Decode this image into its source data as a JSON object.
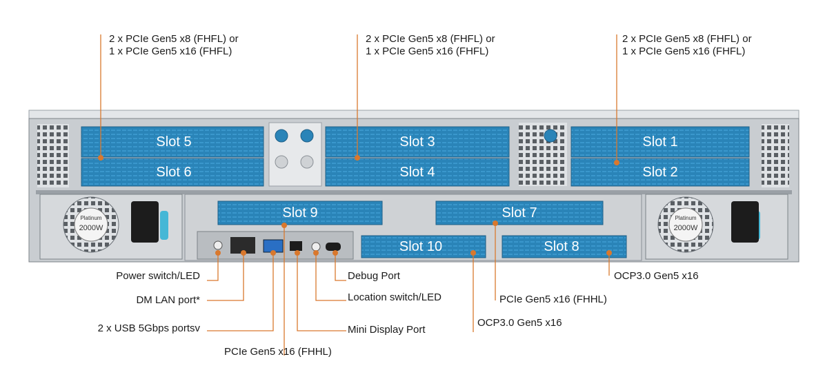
{
  "top_callouts": [
    {
      "line1": "2 x PCIe Gen5 x8 (FHFL) or",
      "line2": "1 x PCIe Gen5 x16 (FHFL)"
    },
    {
      "line1": "2 x PCIe Gen5 x8 (FHFL) or",
      "line2": "1 x PCIe Gen5 x16 (FHFL)"
    },
    {
      "line1": "2 x PCIe Gen5 x8 (FHFL) or",
      "line2": "1 x PCIe Gen5 x16 (FHFL)"
    }
  ],
  "slots": {
    "slot5": "Slot 5",
    "slot6": "Slot 6",
    "slot3": "Slot 3",
    "slot4": "Slot 4",
    "slot1": "Slot 1",
    "slot2": "Slot 2",
    "slot9": "Slot 9",
    "slot7": "Slot 7",
    "slot10": "Slot 10",
    "slot8": "Slot 8"
  },
  "psu": {
    "badge": "Platinum",
    "watts": "2000W"
  },
  "bottom_labels": {
    "power_switch": "Power switch/LED",
    "dm_lan": "DM LAN port*",
    "usb": "2 x USB 5Gbps portsv",
    "pcie_slot9": "PCIe Gen5 x16 (FHHL)",
    "mini_dp": "Mini Display Port",
    "location": "Location switch/LED",
    "debug": "Debug Port",
    "ocp_slot10": "OCP3.0 Gen5 x16",
    "pcie_slot7": "PCIe Gen5 x16 (FHHL)",
    "ocp_slot8": "OCP3.0 Gen5 x16"
  },
  "colors": {
    "slot_blue": "#2a84b8",
    "callout_orange": "#d9782d",
    "chassis": "#c9cdd1"
  }
}
